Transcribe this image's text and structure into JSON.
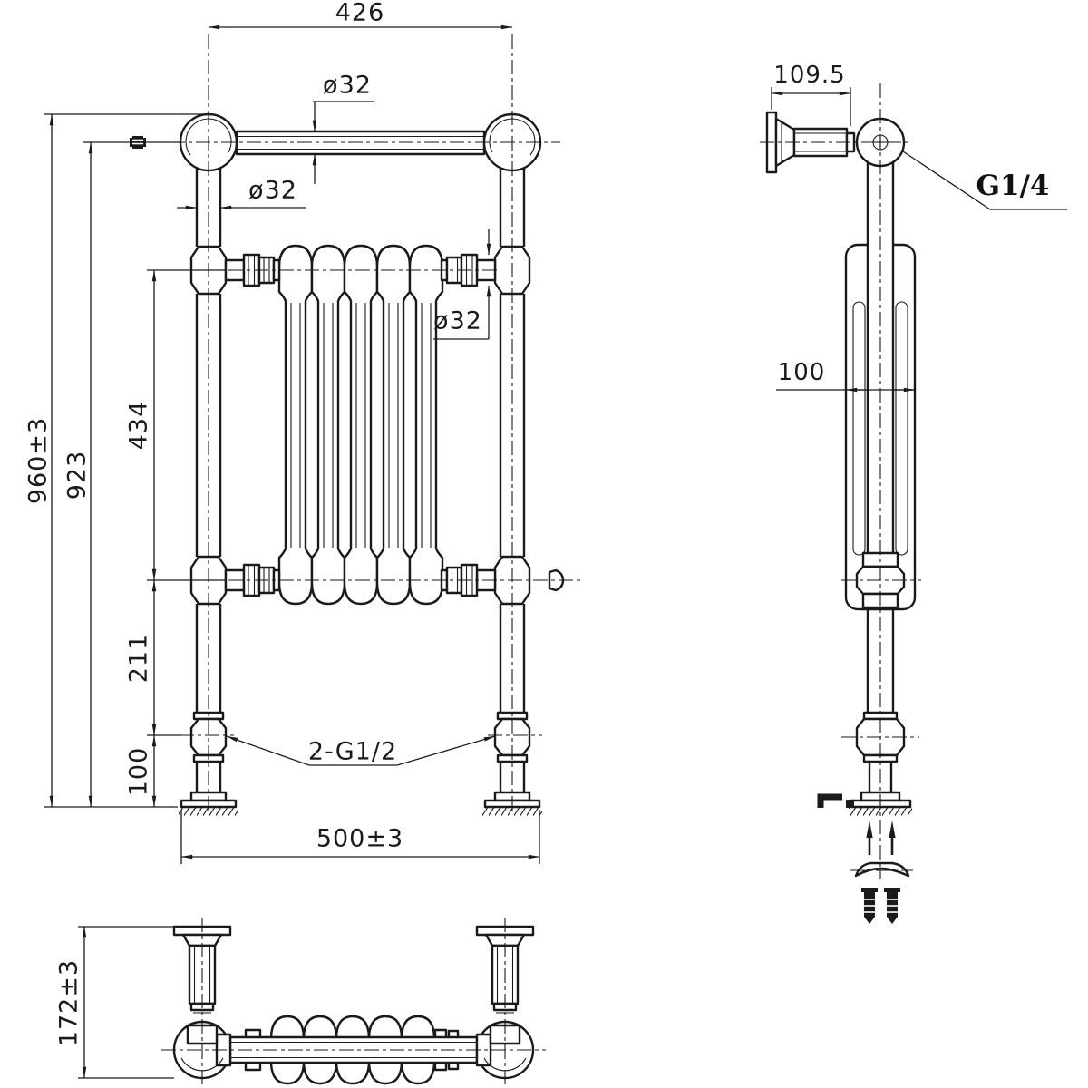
{
  "drawing": {
    "type": "technical-dimension-drawing",
    "subject": "traditional towel rail radiator",
    "line_color": "#1a1a1a",
    "background_color": "#ffffff",
    "front_view": {
      "dim_top_width": "426",
      "dia_towel_bar": "ø32",
      "dia_upright_tube": "ø32",
      "dia_radiator_connection": "ø32",
      "dim_overall_height": "960±3",
      "dim_wall_fixing_height": "923",
      "dim_radiator_section": "434",
      "dim_lower_section": "211",
      "dim_foot_section": "100",
      "dim_base_width": "500±3",
      "label_bottom_connections": "2-G1/2"
    },
    "side_view": {
      "dim_wall_bracket_depth": "109.5",
      "label_air_vent_thread": "G1/4",
      "dim_radiator_depth": "100"
    },
    "top_view": {
      "dim_overall_depth": "172±3"
    }
  }
}
